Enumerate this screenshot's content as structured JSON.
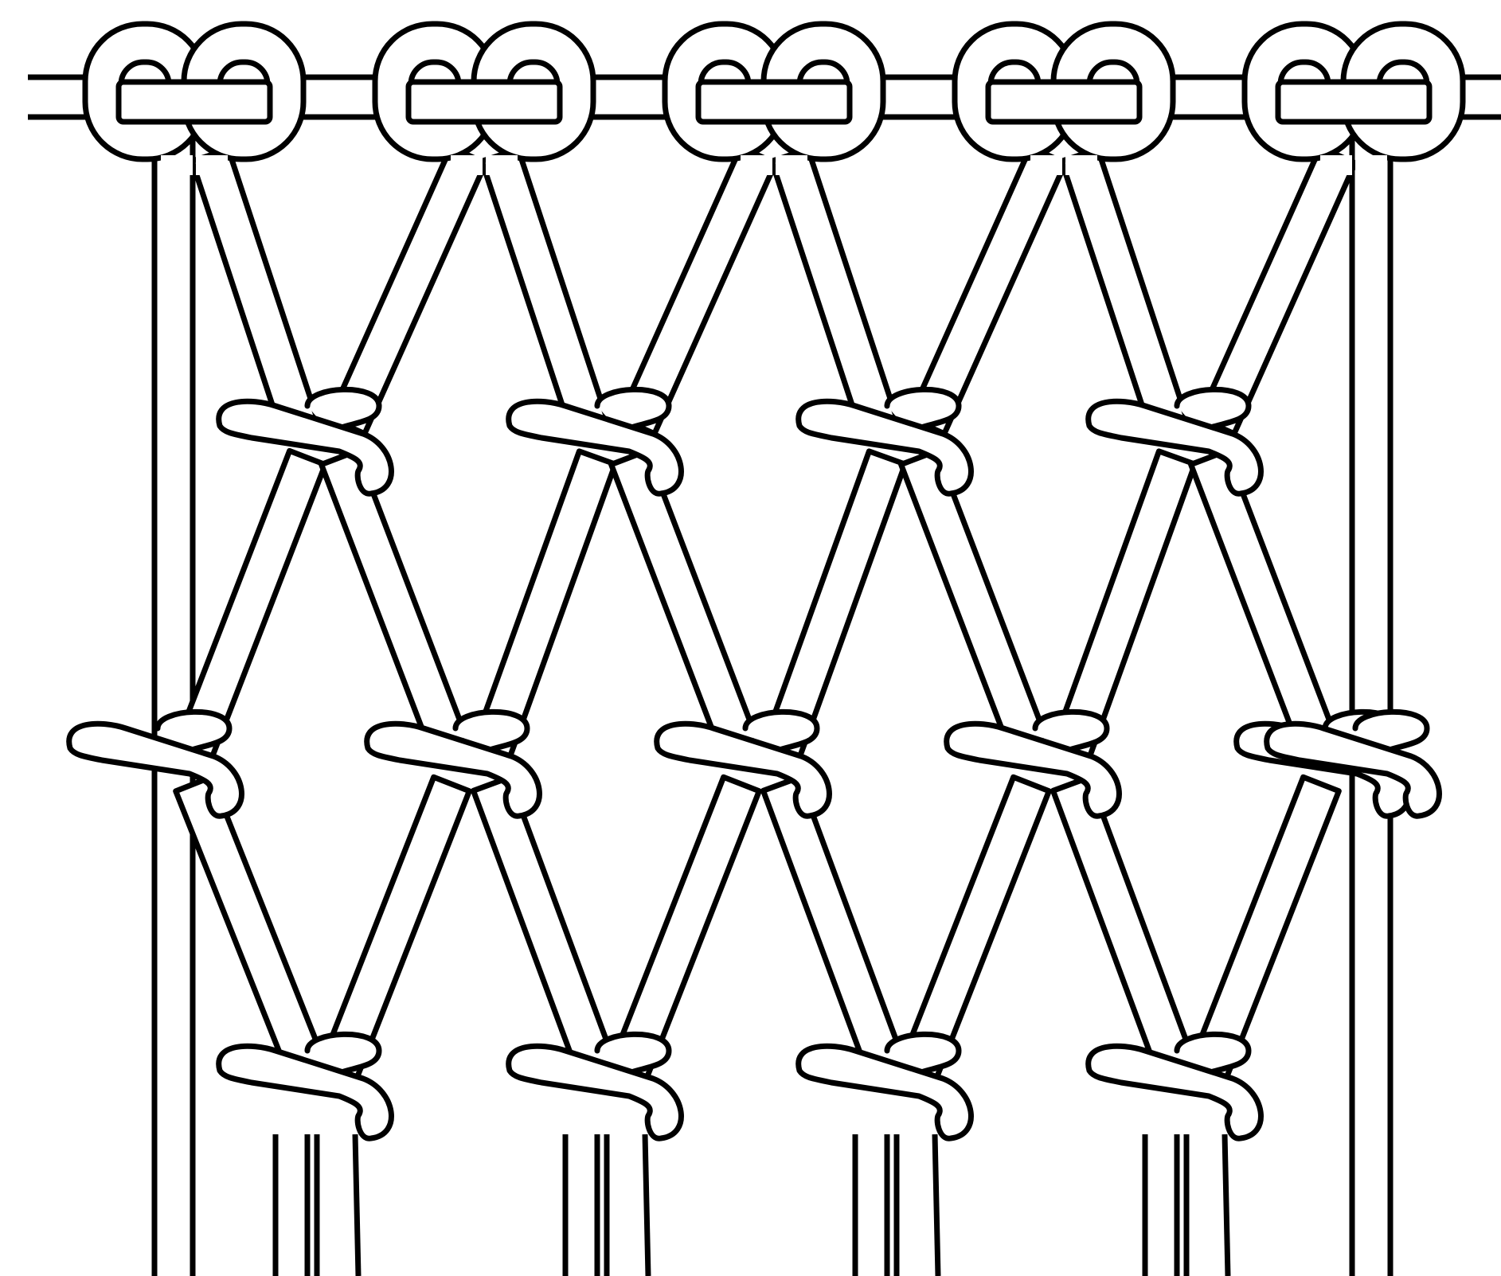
{
  "diagram": {
    "subject": "macrame-diamond-net-pattern",
    "colors": {
      "line": "#000000",
      "fill": "#ffffff"
    },
    "mountings": 5,
    "knot_rows": 3
  }
}
